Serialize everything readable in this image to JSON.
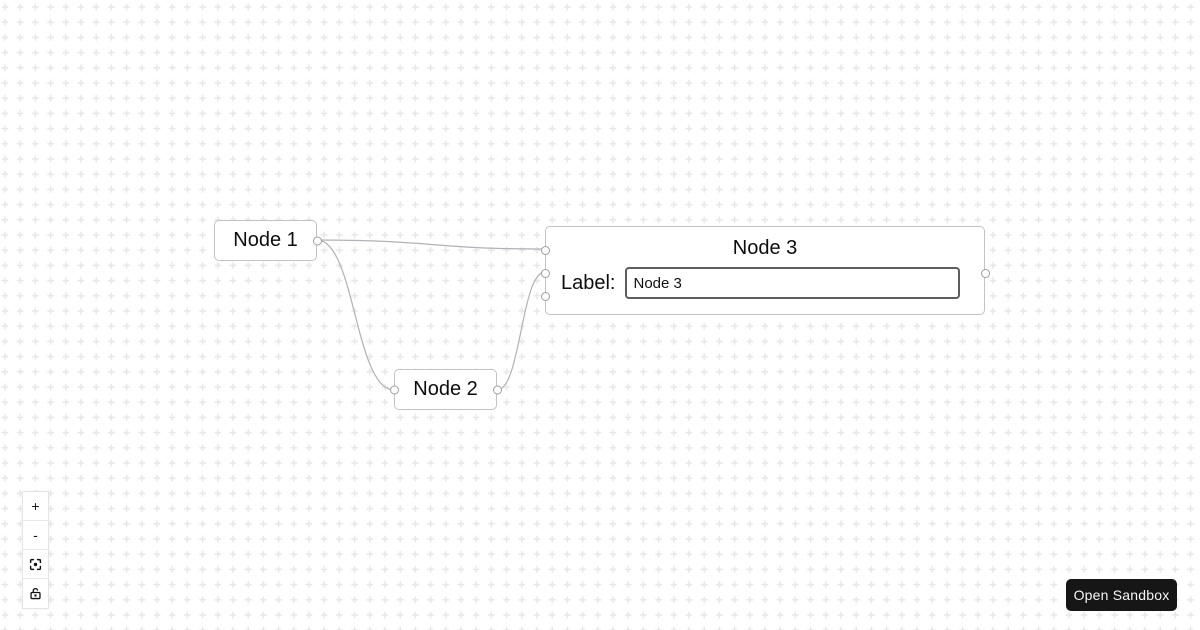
{
  "app": {
    "type": "node-flow-editor-canvas"
  },
  "nodes": [
    {
      "id": "1",
      "label": "Node 1"
    },
    {
      "id": "2",
      "label": "Node 2"
    },
    {
      "id": "3",
      "title": "Node 3",
      "field_label": "Label:",
      "input_value": "Node 3"
    }
  ],
  "edges": [
    {
      "source": "Node 1",
      "target": "Node 3",
      "target_handle": "top-left"
    },
    {
      "source": "Node 1",
      "target": "Node 2",
      "target_handle": "left"
    },
    {
      "source": "Node 2",
      "target": "Node 3",
      "target_handle": "middle-left"
    }
  ],
  "controls": {
    "zoom_in_label": "+",
    "zoom_out_label": "-",
    "fit_view_icon": "fit-view",
    "interactivity_icon": "unlock"
  },
  "footer": {
    "open_sandbox_label": "Open Sandbox"
  },
  "colors": {
    "edge": "#b1b1b7",
    "node_border": "#c3c3c3",
    "grid_cross": "#e8e8e8",
    "input_border": "#5d5d5d",
    "sandbox_button_bg": "#161616"
  }
}
